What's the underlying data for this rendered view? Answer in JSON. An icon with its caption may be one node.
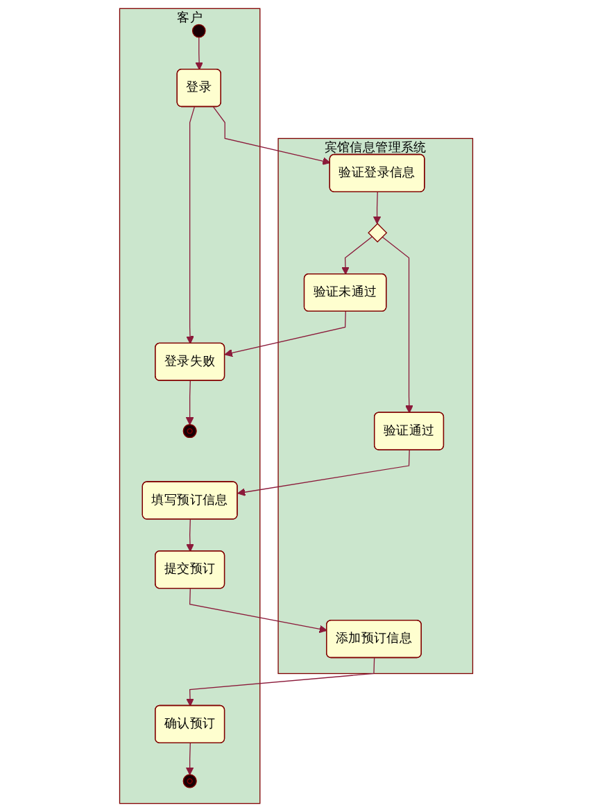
{
  "diagram": {
    "nodes": [
      {
        "text": [
          "客户"
        ]
      },
      {
        "text": [],
        "shape": "circle",
        "in": 0
      },
      {
        "text": [
          "登录"
        ],
        "in": 0
      },
      {
        "text": [
          "登录失败"
        ],
        "in": 0
      },
      {
        "text": [],
        "shape": "circle",
        "in": 0
      },
      {
        "text": [
          "填写预订信息"
        ],
        "in": 0
      },
      {
        "text": [
          "提交预订"
        ],
        "in": 0
      },
      {
        "text": [
          "确认预订"
        ],
        "in": 0
      },
      {
        "text": [],
        "shape": "circle",
        "in": 0
      },
      {
        "text": [
          "宾馆信息管理系统"
        ]
      },
      {
        "text": [
          "验证登录信息"
        ],
        "in": 9
      },
      {
        "text": [],
        "shape": "diamond",
        "in": 9
      },
      {
        "text": [
          "验证未通过"
        ],
        "in": 9
      },
      {
        "text": [
          "验证通过"
        ],
        "in": 9
      },
      {
        "text": [
          "添加预订信息"
        ],
        "in": 9
      }
    ],
    "edges": [
      {
        "from": 1,
        "to": 2,
        "arrow": "to"
      },
      {
        "from": 2,
        "to": 10,
        "arrow": "to"
      },
      {
        "from": 2,
        "to": 3,
        "arrow": "to"
      },
      {
        "from": 10,
        "to": 11,
        "arrow": "to"
      },
      {
        "from": 11,
        "to": 12,
        "arrow": "to"
      },
      {
        "from": 11,
        "to": 13,
        "arrow": "to"
      },
      {
        "from": 12,
        "to": 3,
        "arrow": "to"
      },
      {
        "from": 3,
        "to": 4,
        "arrow": "to"
      },
      {
        "from": 13,
        "to": 5,
        "arrow": "to"
      },
      {
        "from": 5,
        "to": 6,
        "arrow": "to"
      },
      {
        "from": 6,
        "to": 14,
        "arrow": "to"
      },
      {
        "from": 14,
        "to": 7,
        "arrow": "to"
      },
      {
        "from": 7,
        "to": 8,
        "arrow": "to"
      }
    ]
  }
}
